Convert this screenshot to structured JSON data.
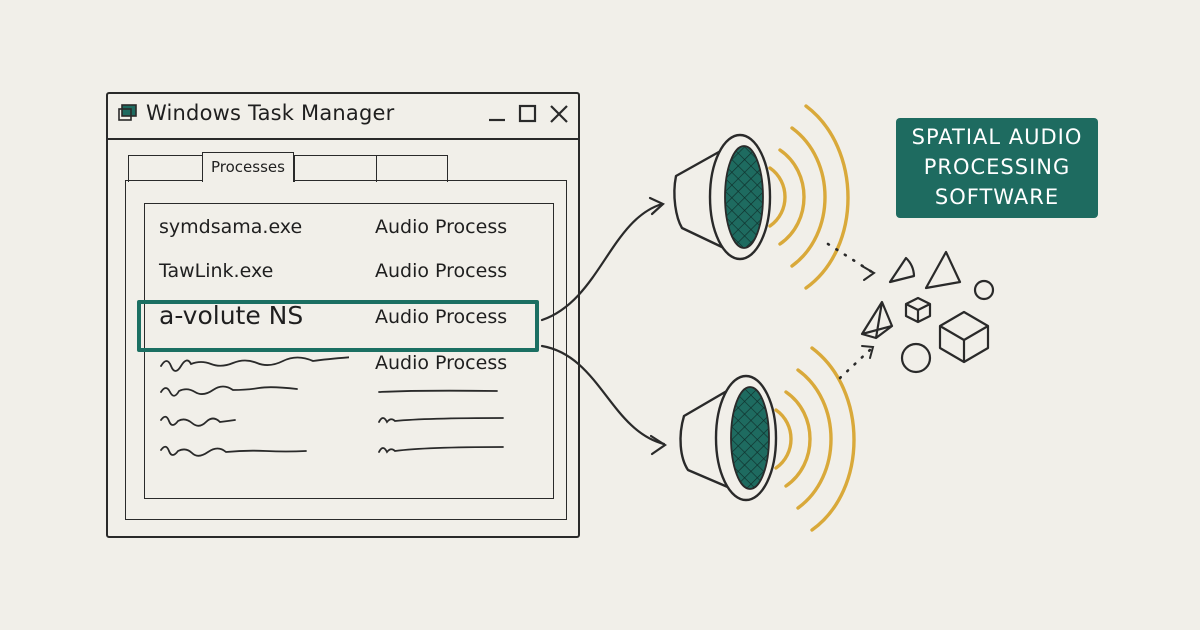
{
  "window": {
    "title": "Windows Task Manager",
    "active_tab": "Processes"
  },
  "processes": [
    {
      "name": "symdsama.exe",
      "type": "Audio Process"
    },
    {
      "name": "TawLink.exe",
      "type": "Audio Process"
    },
    {
      "name": "a-volute NS",
      "type": "Audio Process",
      "selected": true
    },
    {
      "name": "",
      "type": "Audio Process"
    }
  ],
  "label": {
    "line1": "SPATIAL AUDIO",
    "line2": "PROCESSING",
    "line3": "SOFTWARE"
  },
  "colors": {
    "accent_teal": "#1e6b60",
    "wave_gold": "#d9a93a",
    "ink": "#2a2a2a",
    "background": "#f1efe9"
  },
  "icons": [
    "app-icon",
    "minimize-icon",
    "maximize-icon",
    "close-icon",
    "speaker-icon",
    "sound-wave-icon",
    "arrow-icon",
    "geometric-shape-icon"
  ]
}
